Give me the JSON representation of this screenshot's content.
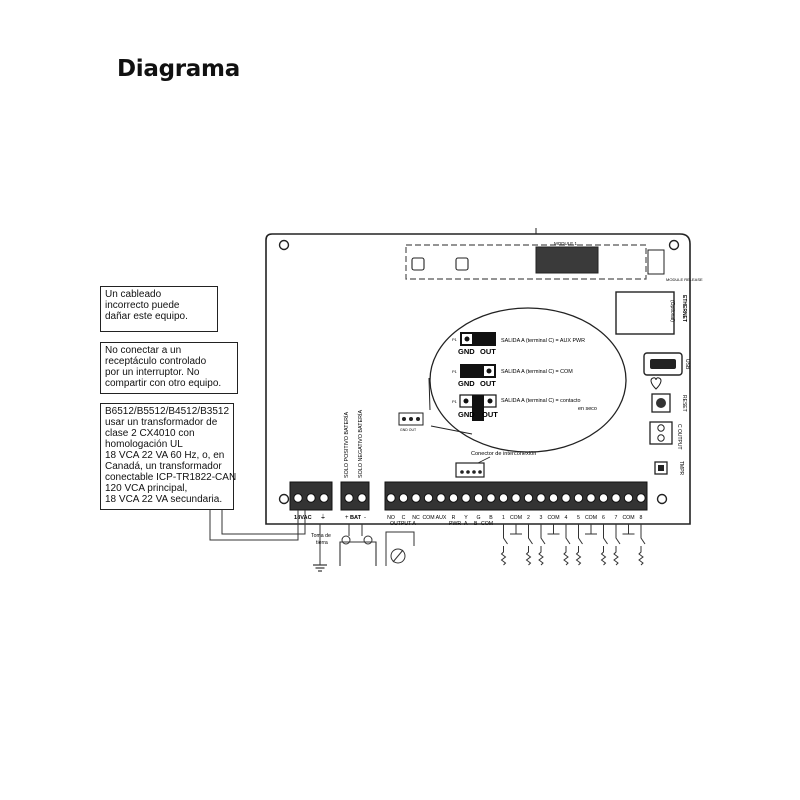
{
  "page": {
    "title": "Diagrama"
  },
  "notes": {
    "wiring_warning": [
      "Un cableado",
      "incorrecto puede",
      "dañar este equipo."
    ],
    "outlet_warning": [
      "No conectar a un",
      "receptáculo controlado",
      "por un interruptor. No",
      "compartir con otro equipo."
    ],
    "transformer": [
      "B6512/B5512/B4512/B3512",
      "usar un transformador de",
      "clase 2 CX4010 con",
      "homologación UL",
      "18 VCA 22 VA 60 Hz, o, en",
      "Canadá, un transformador",
      "conectable ICP-TR1822-CAN",
      "120 VCA principal,",
      "18 VCA 22 VA secundaria."
    ]
  },
  "board": {
    "module_label": "MODULE 1",
    "module_release": "MODULE RELEASE",
    "ethernet": "ETHERNET",
    "optional": "(Optional)",
    "usb": "USB",
    "reset": "RESET",
    "c_output": "C OUTPUT",
    "tmpr": "TMPR",
    "jumper_gnd": "GND",
    "jumper_out": "OUT",
    "jumper_p": "P1",
    "jumper_opt1": "SALIDA A (terminal C) = AUX PWR",
    "jumper_opt2": "SALIDA A (terminal C) = COM",
    "jumper_opt3": "SALIDA A (terminal C) = contacto",
    "jumper_opt3b": "en seco",
    "interconnect": "Conector de interconexión",
    "battery_pos": "SOLO POSITIVO BATERÍA",
    "battery_neg": "SOLO NEGATIVO BATERÍA",
    "ground_label": [
      "Toma de",
      "tierra"
    ],
    "label_18vac": "18VAC",
    "label_bat": "BAT",
    "label_plus": "+",
    "label_minus": "-",
    "terminals": [
      "NO",
      "C",
      "NC",
      "COM",
      "AUX",
      "R",
      "Y",
      "G",
      "B",
      "1",
      "COM",
      "2",
      "3",
      "COM",
      "4",
      "5",
      "COM",
      "6",
      "7",
      "COM",
      "8"
    ],
    "terminal_sub": [
      "OUTPUT A",
      "PWR",
      "A",
      "B",
      "COM"
    ]
  }
}
